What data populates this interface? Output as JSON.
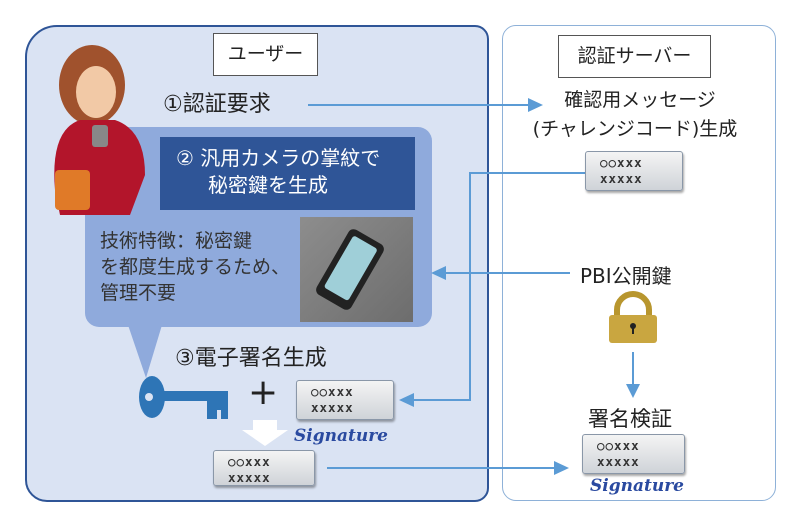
{
  "user": {
    "title": "ユーザー",
    "step1": "①認証要求",
    "step2_line1": "② 汎用カメラの掌紋で",
    "step2_line2": "秘密鍵を生成",
    "feature_line1": "技術特徴：秘密鍵",
    "feature_line2": "を都度生成するため、",
    "feature_line3": "管理不要",
    "step3": "③電子署名生成",
    "plus": "+",
    "doc_line1": "○○xxx",
    "doc_line2": "xxxxx",
    "signature_text": "Signature"
  },
  "server": {
    "title": "認証サーバー",
    "challenge_line1": "確認用メッセージ",
    "challenge_line2": "(チャレンジコード)生成",
    "doc_line1": "○○xxx",
    "doc_line2": "xxxxx",
    "public_key": "PBI公開鍵",
    "verify": "署名検証",
    "signature_text": "Signature"
  },
  "colors": {
    "user_bg": "#dae3f3",
    "user_border": "#2f5597",
    "callout": "#8faadc",
    "dark_box": "#2f5597",
    "arrow": "#5b9bd5",
    "key": "#2e75b6"
  },
  "icons": [
    "person-illustration",
    "palm-camera-photo",
    "key-icon",
    "padlock-icon"
  ]
}
